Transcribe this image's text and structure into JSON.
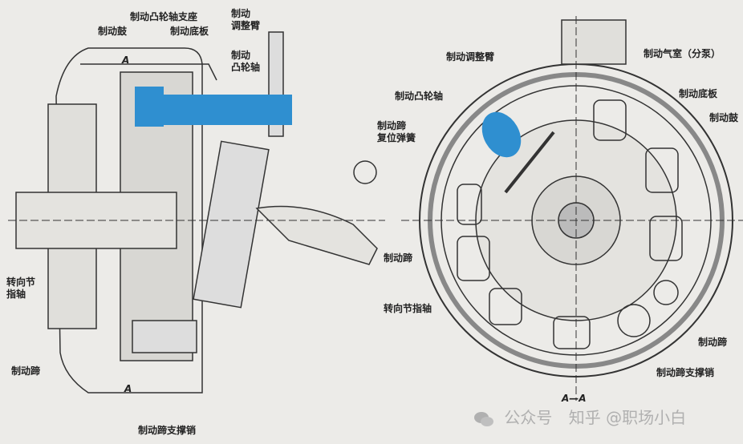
{
  "colors": {
    "highlight": "#2f8fd0",
    "line": "#333333",
    "background": "#ecebe8"
  },
  "left_view": {
    "labels": {
      "drum": "制动鼓",
      "cam_support": "制动凸轮轴支座",
      "backing_plate": "制动底板",
      "adjust_arm": "制动\n调整臂",
      "camshaft": "制动\n凸轮轴",
      "section_top": "A",
      "section_bottom": "A",
      "knuckle_spindle": "转向节\n指轴",
      "shoe": "制动蹄",
      "anchor_pin": "制动蹄支撑销"
    }
  },
  "right_view": {
    "labels": {
      "adjust_arm": "制动调整臂",
      "chamber": "制动气室（分泵）",
      "backing_plate": "制动底板",
      "camshaft": "制动凸轮轴",
      "drum": "制动鼓",
      "return_spring": "制动蹄\n复位弹簧",
      "shoe_left": "制动蹄",
      "knuckle_spindle": "转向节指轴",
      "shoe_right": "制动蹄",
      "anchor_pin": "制动蹄支撑销",
      "section": "A—A"
    }
  },
  "watermark": {
    "platform": "公众号",
    "author": "知乎 @职场小白"
  }
}
